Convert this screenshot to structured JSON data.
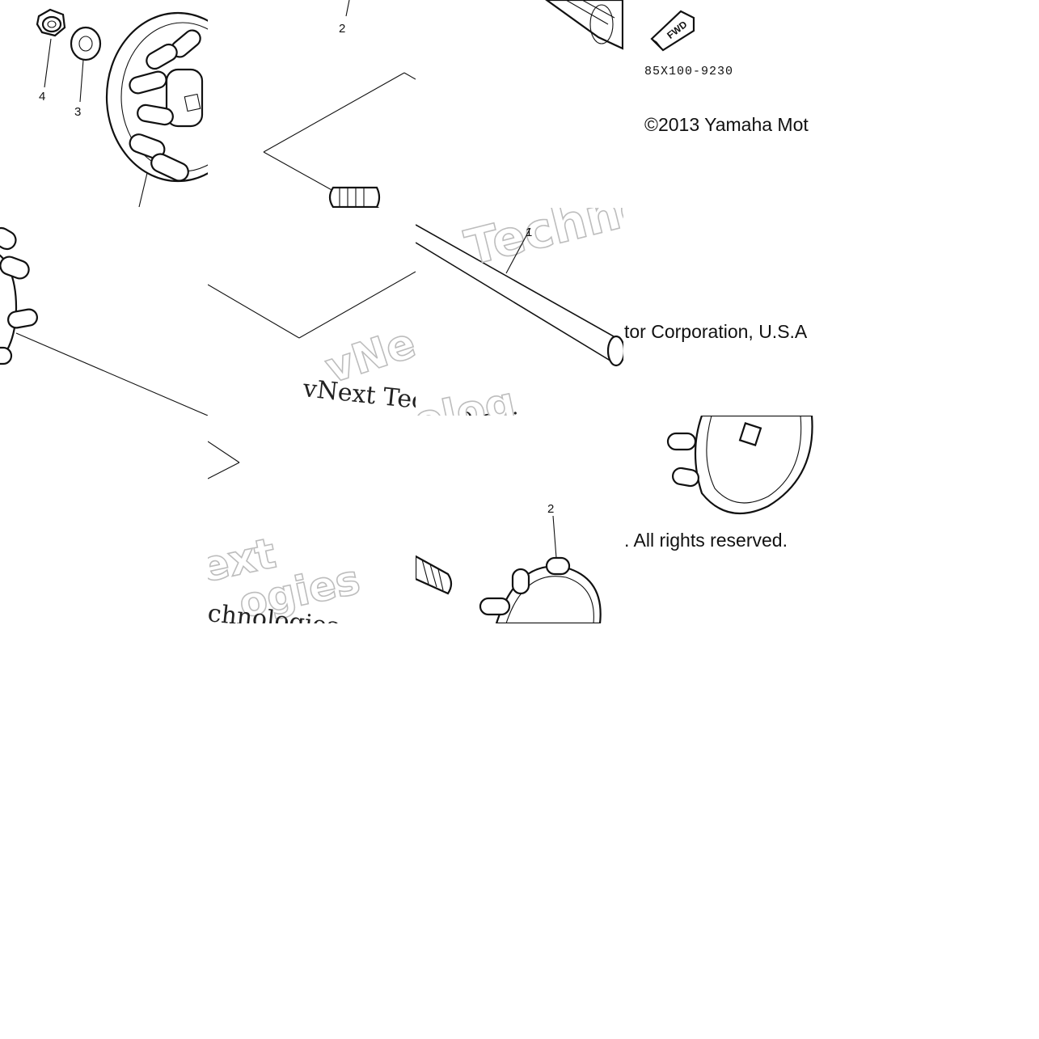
{
  "callouts": {
    "top_2": "2",
    "nut_4": "4",
    "washer_3": "3",
    "shaft_1": "1",
    "bottom_2": "2"
  },
  "diagram_code": "85X100-9230",
  "fwd_label": "FWD",
  "copyright": {
    "line_1": "©2013 Yamaha Mot",
    "line_2": "tor Corporation, U.S.A",
    "line_3": ". All rights reserved."
  },
  "watermarks": {
    "vnext_serif": "vNext Tec",
    "ologies": "ologies",
    "techno": "Techno",
    "vne": "vNe",
    "olog": "olog",
    "ext": "ext",
    "gies": "ogies",
    "chnologies": "chnologies"
  }
}
